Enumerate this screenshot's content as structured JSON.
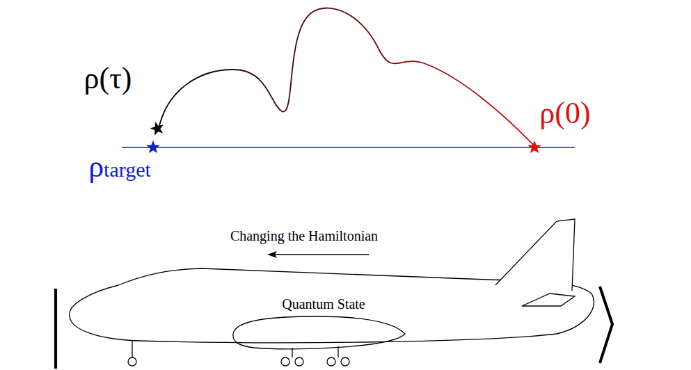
{
  "diagram": {
    "nodes": [
      {
        "text": [
          "Quantum State"
        ]
      }
    ],
    "labels": [
      "ρ(τ)",
      "ρ(0)",
      "ρtarget",
      "Changing the Hamiltonian"
    ]
  }
}
